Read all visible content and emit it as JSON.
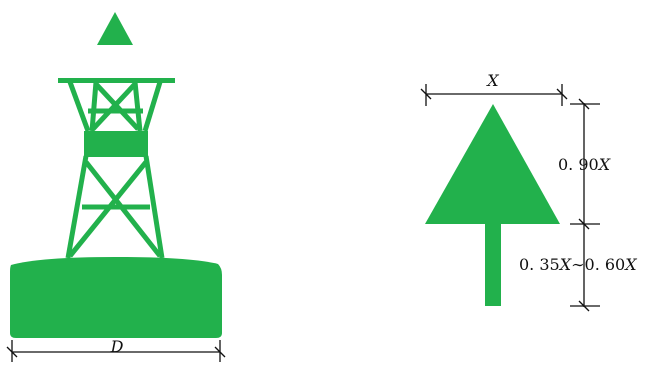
{
  "colors": {
    "buoy_green": "#22b14c",
    "line_black": "#111111",
    "background": "#ffffff"
  },
  "buoy": {
    "topmark_shape": "triangle",
    "dimension_label": "D"
  },
  "topmark_detail": {
    "width_label": "X",
    "triangle_height_label": "0. 90X",
    "triangle_height_prefix": "0. 90",
    "triangle_height_var": "X",
    "stem_label": "0. 35X∼0. 60X",
    "stem_part1_prefix": "0. 35",
    "stem_part1_var": "X",
    "stem_separator": "∼",
    "stem_part2_prefix": "0. 60",
    "stem_part2_var": "X"
  }
}
